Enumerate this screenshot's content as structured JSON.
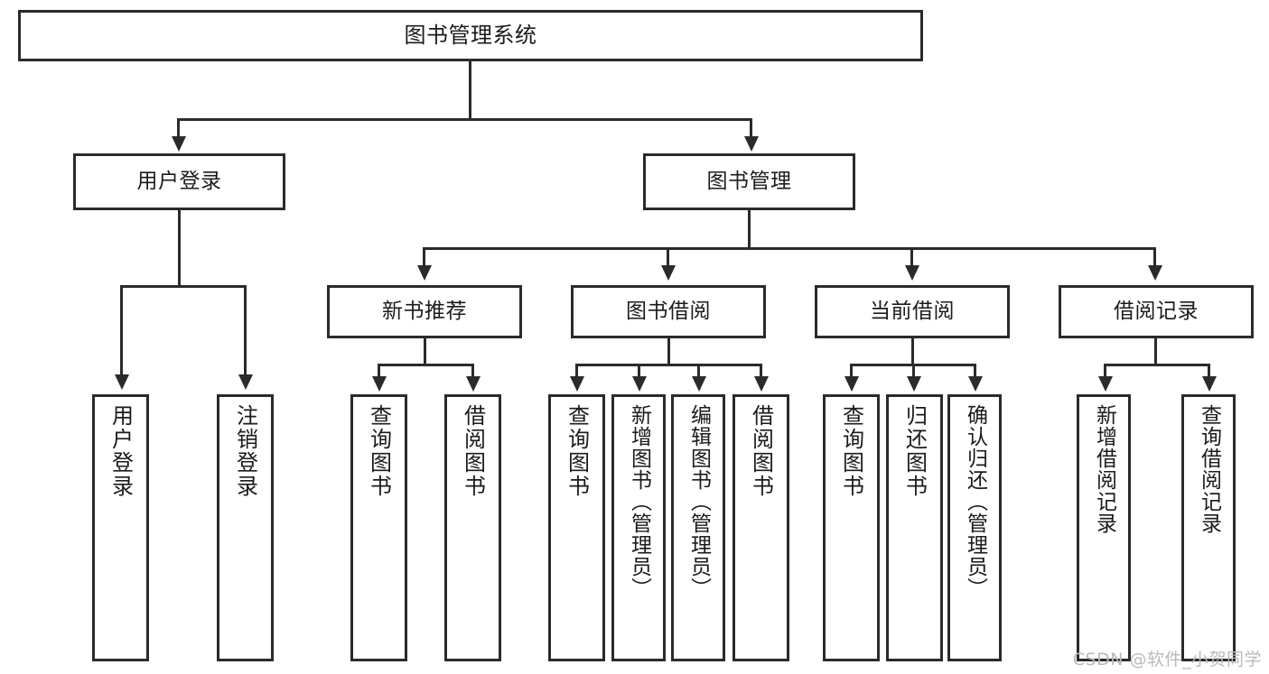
{
  "diagram": {
    "title": "图书管理系统",
    "watermark": "CSDN @软件_小贺同学",
    "line_color": "#2b2b2b",
    "box_fill": "#ffffff",
    "page_bg": "#ffffff",
    "watermark_color": "#b9b9b9"
  },
  "nodes": {
    "root": {
      "label": "图书管理系统"
    },
    "level2": [
      {
        "label": "用户登录"
      },
      {
        "label": "图书管理"
      }
    ],
    "level3": [
      {
        "label": "新书推荐"
      },
      {
        "label": "图书借阅"
      },
      {
        "label": "当前借阅"
      },
      {
        "label": "借阅记录"
      }
    ],
    "leaves": {
      "user_login": [
        {
          "label": "用户登录"
        },
        {
          "label": "注销登录"
        }
      ],
      "new_book": [
        {
          "label": "查询图书"
        },
        {
          "label": "借阅图书"
        }
      ],
      "book_borrow": [
        {
          "label": "查询图书"
        },
        {
          "label": "新增图书（管理员）"
        },
        {
          "label": "编辑图书（管理员）"
        },
        {
          "label": "借阅图书"
        }
      ],
      "current_borrow": [
        {
          "label": "查询图书"
        },
        {
          "label": "归还图书"
        },
        {
          "label": "确认归还（管理员）"
        }
      ],
      "borrow_record": [
        {
          "label": "新增借阅记录"
        },
        {
          "label": "查询借阅记录"
        }
      ]
    }
  }
}
